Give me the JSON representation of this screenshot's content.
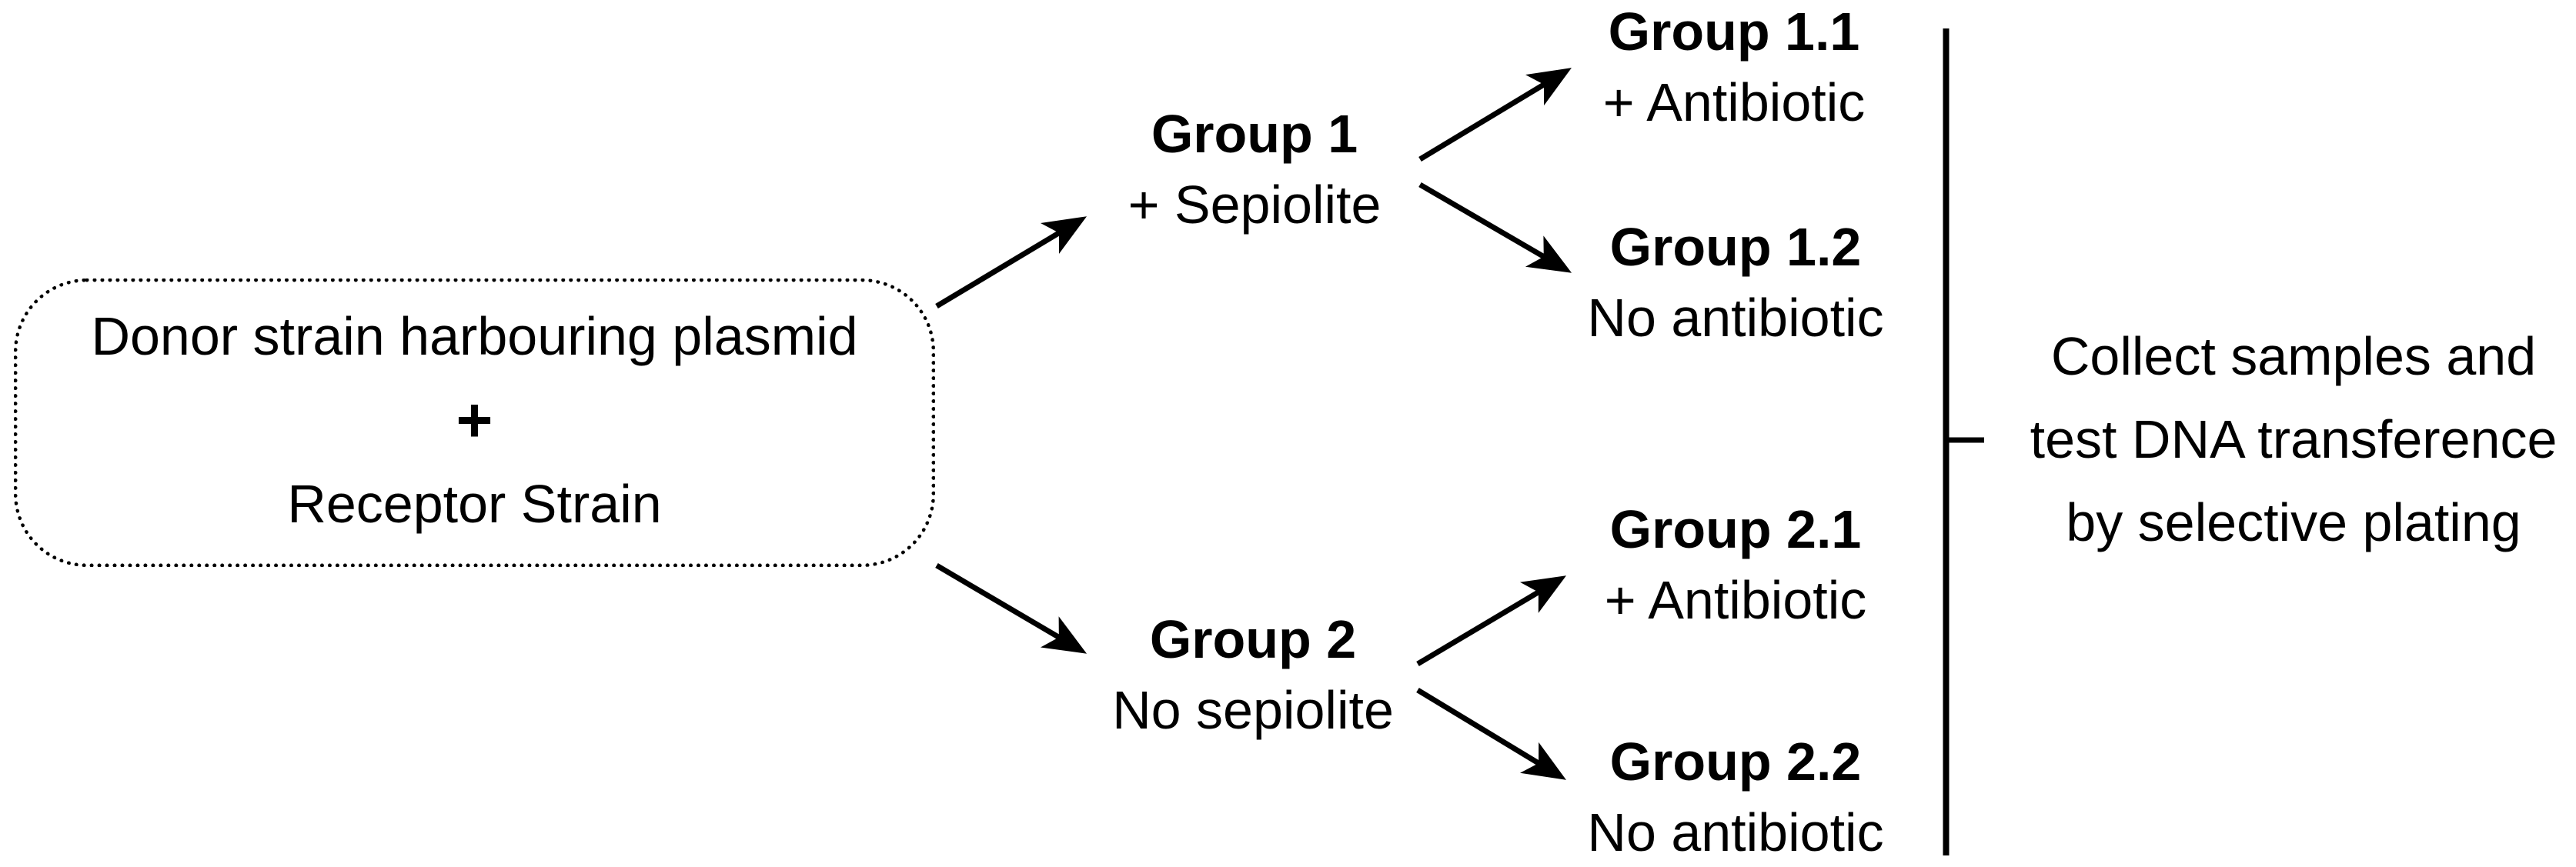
{
  "diagram": {
    "source_box": {
      "line1": "Donor strain harbouring plasmid",
      "operator": "+",
      "line2": "Receptor Strain"
    },
    "groups": [
      {
        "title": "Group 1",
        "condition": "+ Sepiolite"
      },
      {
        "title": "Group 2",
        "condition": "No sepiolite"
      }
    ],
    "subgroups": [
      {
        "title": "Group 1.1",
        "condition": "+ Antibiotic"
      },
      {
        "title": "Group 1.2",
        "condition": "No antibiotic"
      },
      {
        "title": "Group 2.1",
        "condition": "+ Antibiotic"
      },
      {
        "title": "Group 2.2",
        "condition": "No antibiotic"
      }
    ],
    "outcome_note": {
      "line1": "Collect samples and",
      "line2": "test DNA transference",
      "line3": "by selective plating"
    },
    "colors": {
      "ink": "#000000",
      "background": "#ffffff"
    }
  }
}
